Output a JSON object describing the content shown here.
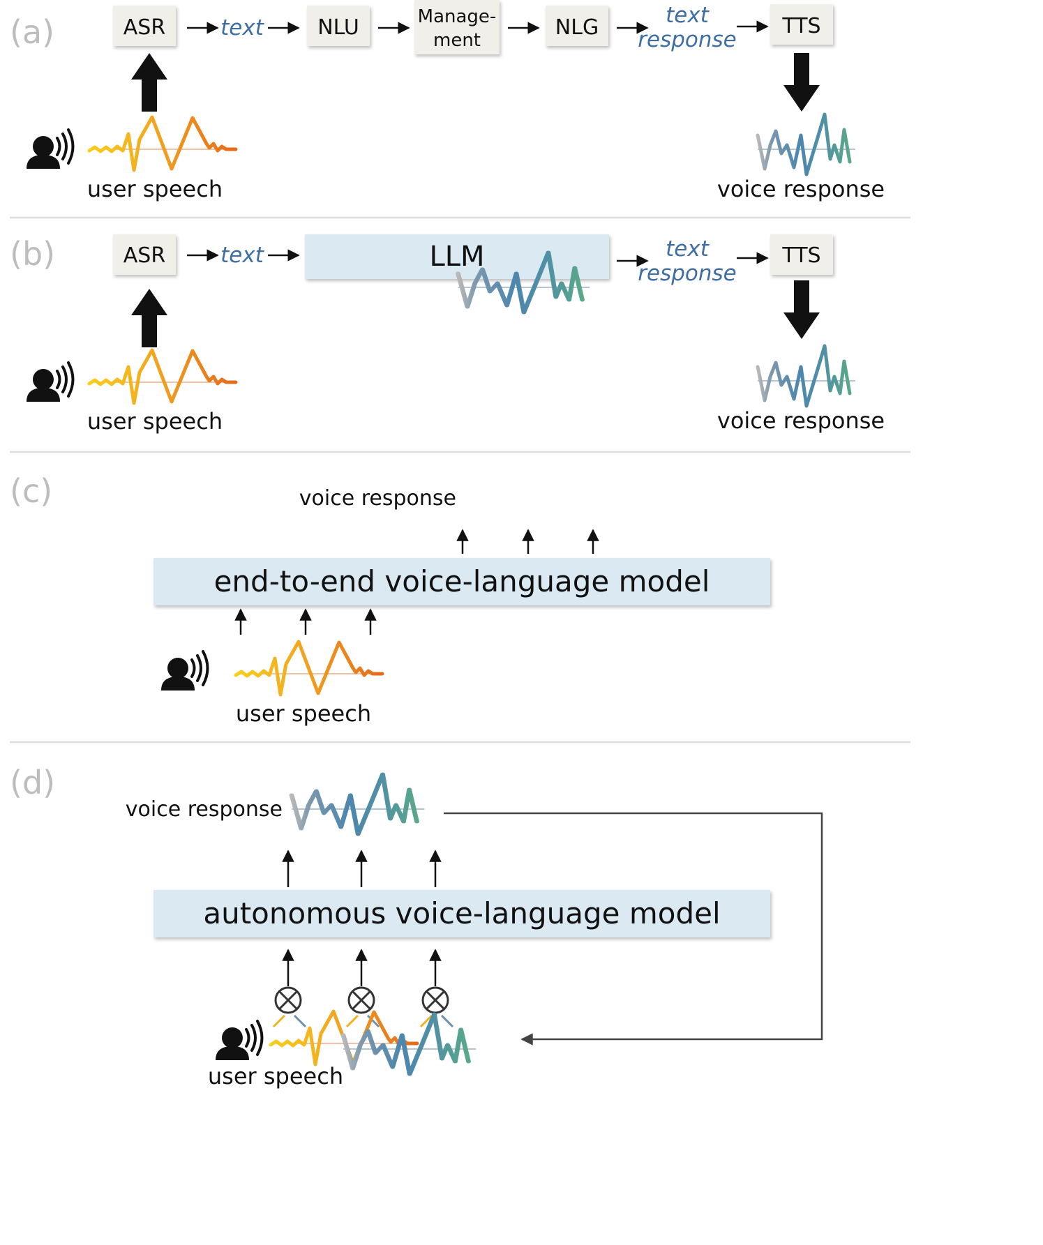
{
  "panels": {
    "a": {
      "letter": "(a)",
      "asr": "ASR",
      "text": "text",
      "nlu": "NLU",
      "management_line1": "Manage-",
      "management_line2": "ment",
      "nlg": "NLG",
      "text_response_line1": "text",
      "text_response_line2": "response",
      "tts": "TTS",
      "user_speech": "user speech",
      "voice_response": "voice response"
    },
    "b": {
      "letter": "(b)",
      "asr": "ASR",
      "text": "text",
      "llm": "LLM",
      "text_response_line1": "text",
      "text_response_line2": "response",
      "tts": "TTS",
      "user_speech": "user speech",
      "voice_response": "voice response"
    },
    "c": {
      "letter": "(c)",
      "voice_response": "voice response",
      "model": "end-to-end voice-language model",
      "user_speech": "user speech"
    },
    "d": {
      "letter": "(d)",
      "voice_response": "voice response",
      "model": "autonomous voice-language model",
      "user_speech": "user speech"
    }
  },
  "colors": {
    "box_fill": "#f1efea",
    "model_fill": "#dbe9f2",
    "flow_text": "#3f6ea3",
    "panel_letter": "#bdbdbd",
    "divider": "#dddddd",
    "user_wave": [
      "#f5c518",
      "#f0a020",
      "#e8741e"
    ],
    "voice_wave": [
      "#9a9a9a",
      "#5f8fb0",
      "#4e86ad",
      "#5aa08a"
    ]
  },
  "icons": [
    "user-speaking-icon",
    "multiply-circle-icon",
    "thick-down-arrow-icon",
    "thick-up-arrow-icon"
  ]
}
